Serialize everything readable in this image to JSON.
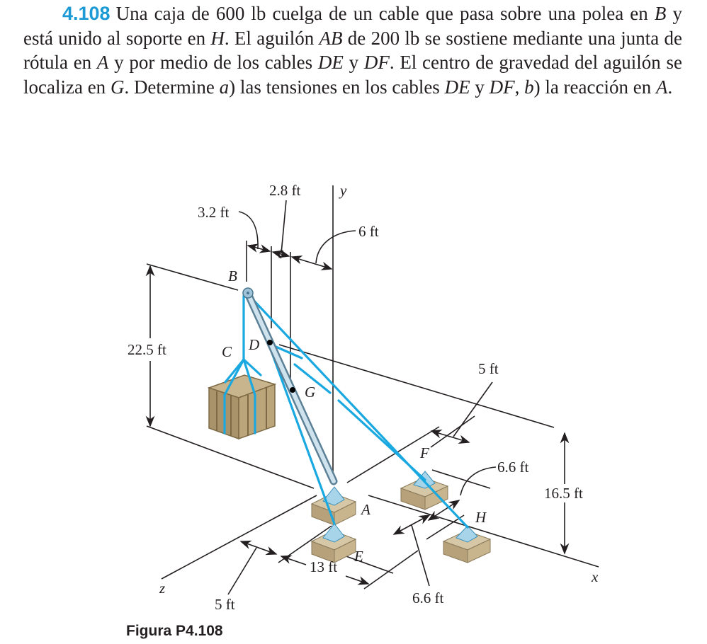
{
  "problem": {
    "number": "4.108",
    "segments": [
      {
        "text": "Una caja de 600 lb cuelga de un cable que pasa sobre una polea en ",
        "italic": false
      },
      {
        "text": "B",
        "italic": true
      },
      {
        "text": " y está unido al soporte en ",
        "italic": false
      },
      {
        "text": "H",
        "italic": true
      },
      {
        "text": ". El aguilón ",
        "italic": false
      },
      {
        "text": "AB",
        "italic": true
      },
      {
        "text": " de 200 lb se sostiene mediante una junta de rótula en ",
        "italic": false
      },
      {
        "text": "A",
        "italic": true
      },
      {
        "text": " y por medio de los cables ",
        "italic": false
      },
      {
        "text": "DE",
        "italic": true
      },
      {
        "text": " y ",
        "italic": false
      },
      {
        "text": "DF",
        "italic": true
      },
      {
        "text": ". El centro de gravedad del aguilón se localiza en ",
        "italic": false
      },
      {
        "text": "G",
        "italic": true
      },
      {
        "text": ". Determine ",
        "italic": false
      },
      {
        "text": "a",
        "italic": true
      },
      {
        "text": ") las tensiones en los cables ",
        "italic": false
      },
      {
        "text": "DE",
        "italic": true
      },
      {
        "text": " y ",
        "italic": false
      },
      {
        "text": "DF",
        "italic": true
      },
      {
        "text": ", ",
        "italic": false
      },
      {
        "text": "b",
        "italic": true
      },
      {
        "text": ") la reacción en ",
        "italic": false
      },
      {
        "text": "A",
        "italic": true
      },
      {
        "text": ".",
        "italic": false
      }
    ]
  },
  "figure": {
    "caption": "Figura P4.108",
    "points": {
      "A": "A",
      "B": "B",
      "C": "C",
      "D": "D",
      "E": "E",
      "F": "F",
      "G": "G",
      "H": "H"
    },
    "axes": {
      "x": "x",
      "y": "y",
      "z": "z"
    },
    "dimensions": {
      "d_3_2": "3.2 ft",
      "d_2_8": "2.8 ft",
      "d_6": "6 ft",
      "d_22_5": "22.5 ft",
      "d_5_top": "5 ft",
      "d_6_6_right": "6.6 ft",
      "d_16_5": "16.5 ft",
      "d_13": "13 ft",
      "d_5_bottom": "5 ft",
      "d_6_6_bottom": "6.6 ft"
    },
    "colors": {
      "cable": "#19a8e0",
      "number": "#1b9ad6",
      "crate": "#a8936b"
    }
  }
}
